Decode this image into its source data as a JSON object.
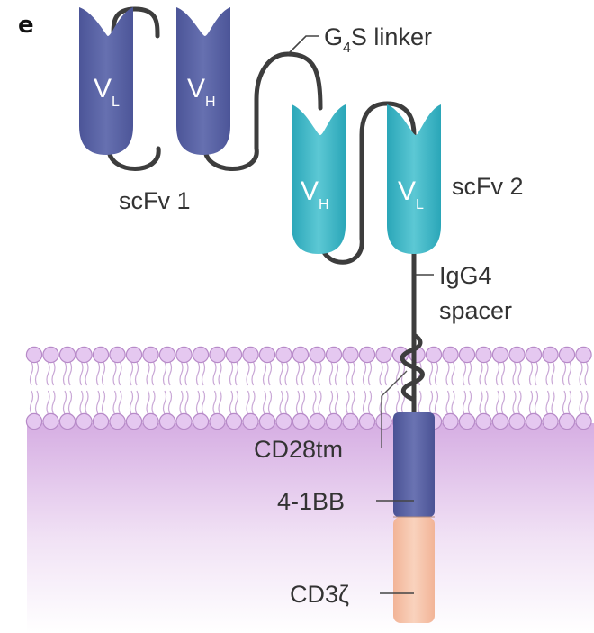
{
  "panel_letter": "e",
  "labels": {
    "linker_main": "G",
    "linker_sub": "4",
    "linker_rest": "S linker",
    "scfv1": "scFv 1",
    "scfv2": "scFv 2",
    "spacer_line1": "IgG4",
    "spacer_line2": "spacer",
    "cd28tm": "CD28tm",
    "bb41": "4-1BB",
    "cd3": "CD3ζ"
  },
  "domains": {
    "scfv1_left": {
      "main": "V",
      "sub": "L"
    },
    "scfv1_right": {
      "main": "V",
      "sub": "H"
    },
    "scfv2_left": {
      "main": "V",
      "sub": "H"
    },
    "scfv2_right": {
      "main": "V",
      "sub": "L"
    }
  },
  "colors": {
    "scfv1": "#5a64a6",
    "scfv2": "#3fb7c6",
    "transmembrane_block": "#5a64a6",
    "cd3_block": "#f6c3a8",
    "membrane_head": "#e3c4ee",
    "cytoplasm_top": "#d7b0e4",
    "linker": "#3d3d3d"
  }
}
